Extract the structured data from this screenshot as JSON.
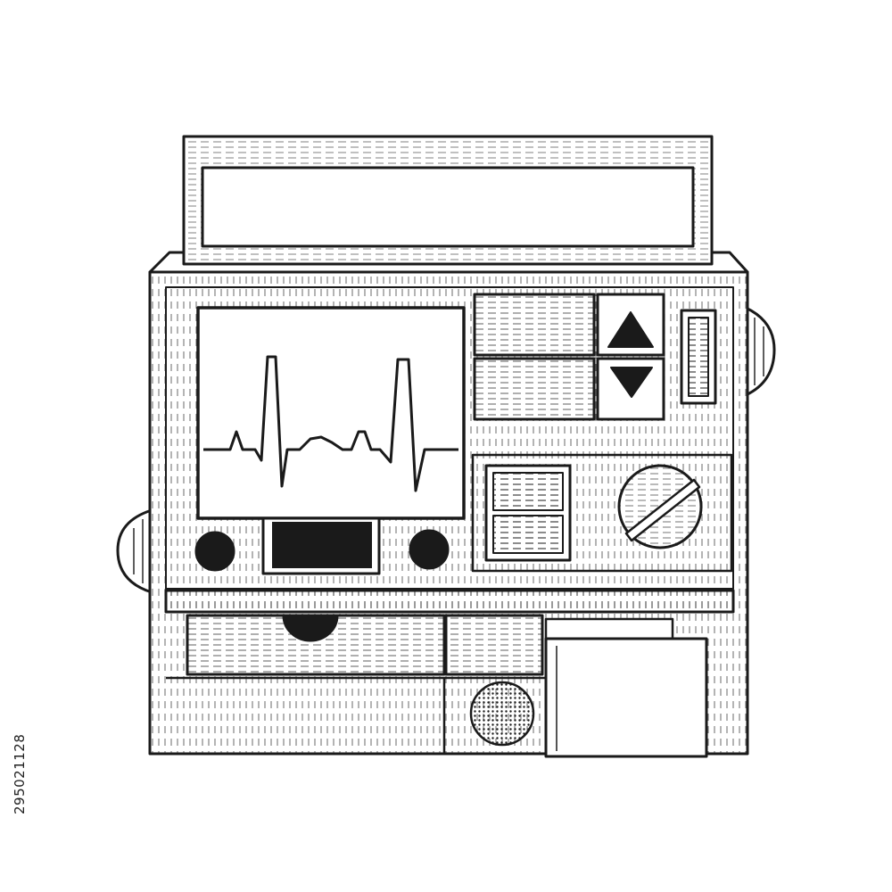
{
  "image": {
    "subject": "defibrillator",
    "style": "engraving-sketch",
    "ink_color": "#1a1a1a",
    "paper_color": "#ffffff",
    "stock_id": "295021128",
    "ecg_trace": {
      "baseline": 0.5,
      "beats": 2
    },
    "buttons": [
      "up-arrow",
      "down-arrow"
    ]
  }
}
